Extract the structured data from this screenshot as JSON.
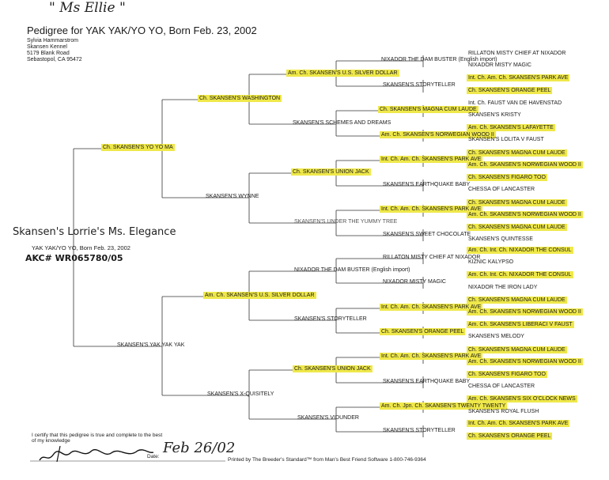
{
  "heading": {
    "handwritten_name": "\" Ms Ellie \"",
    "title": "Pedigree for YAK YAK/YO YO, Born Feb. 23, 2002",
    "address": [
      "Sylvia Hammarstrom",
      "Skansen Kennel",
      "5179 Blank Road",
      "Sebastopol, CA 95472"
    ]
  },
  "subject": {
    "handwritten_name": "Skansen's Lorrie's Ms. Elegance",
    "line": "YAK YAK/YO YO, Born Feb. 23, 2002",
    "akc": "AKC# WR065780/05"
  },
  "pedigree": {
    "dam": "Ch. SKANSEN'S YO YO MA",
    "dam_sire": "Ch. SKANSEN'S WASHINGTON",
    "dam_dam": "SKANSEN'S WYNNE",
    "g3": [
      "Am. Ch. SKANSEN'S U.S. SILVER DOLLAR",
      "SKANSEN'S SCHEMES AND DREAMS",
      "Ch. SKANSEN'S UNION JACK",
      "SKANSEN'S UNDER THE YUMMY TREE"
    ],
    "g4": [
      "NIXADOR THE DAM BUSTER (English import)",
      "SKANSEN'S STORYTELLER",
      "Ch. SKANSEN'S MAGNA CUM LAUDE",
      "Am. Ch. SKANSEN'S NORWEGIAN WOOD II",
      "Int. Ch. Am. Ch. SKANSEN'S PARK AVE",
      "SKANSEN'S EARTHQUAKE BABY",
      "Int. Ch. Am. Ch. SKANSEN'S PARK AVE",
      "SKANSEN'S SWEET CHOCOLATE"
    ],
    "g5": [
      "RILLATON MISTY CHIEF AT NIXADOR",
      "NIXADOR MISTY MAGIC",
      "Int. Ch. Am. Ch. SKANSEN'S PARK AVE",
      "Ch. SKANSEN'S ORANGE PEEL",
      "Int. Ch. FAUST VAN DE HAVENSTAD",
      "SKANSEN'S KRISTY",
      "Am. Ch. SKANSEN'S LAFAYETTE",
      "SKANSEN'S LOLITA V FAUST",
      "Ch. SKANSEN'S MAGNA CUM LAUDE",
      "Am. Ch. SKANSEN'S NORWEGIAN WOOD II",
      "Ch. SKANSEN'S FIGARO TOO",
      "CHESSA OF LANCASTER",
      "Ch. SKANSEN'S MAGNA CUM LAUDE",
      "Am. Ch. SKANSEN'S NORWEGIAN WOOD II",
      "Ch. SKANSEN'S MAGNA CUM LAUDE",
      "SKANSEN'S QUINTESSE"
    ],
    "sire": "SKANSEN'S YAK YAK YAK",
    "sire_sire": "Am. Ch. SKANSEN'S U.S. SILVER DOLLAR",
    "sire_dam": "SKANSEN'S X-QUISITELY",
    "s3": [
      "NIXADOR THE DAM BUSTER (English import)",
      "SKANSEN'S STORYTELLER",
      "Ch. SKANSEN'S UNION JACK",
      "SKANSEN'S VIDUNDER"
    ],
    "s4": [
      "RILLATON MISTY CHIEF AT NIXADOR",
      "NIXADOR MISTY MAGIC",
      "Int. Ch. Am. Ch. SKANSEN'S PARK AVE",
      "Ch. SKANSEN'S ORANGE PEEL",
      "Int. Ch. Am. Ch. SKANSEN'S PARK AVE",
      "SKANSEN'S EARTHQUAKE BABY",
      "Am. Ch. Jpn. Ch. SKANSEN'S TWENTY TWENTY",
      "SKANSEN'S STORYTELLER"
    ],
    "s5": [
      "Am. Ch. Int. Ch. NIXADOR THE CONSUL",
      "KIZNIC KALYPSO",
      "Am. Ch. Int. Ch. NIXADOR THE CONSUL",
      "NIXADOR THE IRON LADY",
      "Ch. SKANSEN'S MAGNA CUM LAUDE",
      "Am. Ch. SKANSEN'S NORWEGIAN WOOD II",
      "Am. Ch. SKANSEN'S LIBERACI V FAUST",
      "SKANSEN'S MELODY",
      "Ch. SKANSEN'S MAGNA CUM LAUDE",
      "Am. Ch. SKANSEN'S NORWEGIAN WOOD II",
      "Ch. SKANSEN'S FIGARO TOO",
      "CHESSA OF LANCASTER",
      "Am. Ch. SKANSEN'S SIX O'CLOCK NEWS",
      "SKANSEN'S ROYAL FLUSH",
      "Int. Ch. Am. Ch. SKANSEN'S PARK AVE",
      "Ch. SKANSEN'S ORANGE PEEL"
    ]
  },
  "footer": {
    "certify": "I certify that this pedigree is true and complete to the best of my knowledge",
    "date_label": "Date:",
    "date_value": "Feb 26/02",
    "printed_by": "Printed by The Breeder's Standard™ from Man's Best Friend Software 1-800-746-9364"
  },
  "colors": {
    "highlight": "#efe84a",
    "ink": "#1a1a1a"
  }
}
